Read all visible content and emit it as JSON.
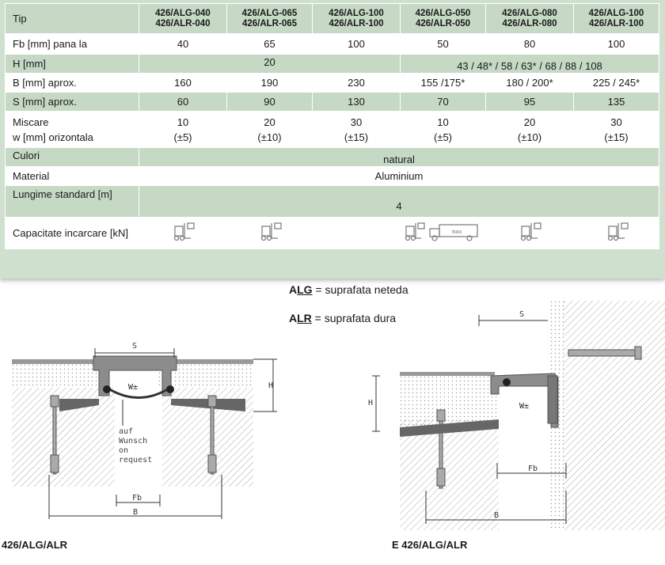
{
  "table": {
    "header_label": "Tip",
    "columns": [
      [
        "426/ALG-040",
        "426/ALR-040"
      ],
      [
        "426/ALG-065",
        "426/ALR-065"
      ],
      [
        "426/ALG-100",
        "426/ALR-100"
      ],
      [
        "426/ALG-050",
        "426/ALR-050"
      ],
      [
        "426/ALG-080",
        "426/ALR-080"
      ],
      [
        "426/ALG-100",
        "426/ALR-100"
      ]
    ],
    "rows": {
      "fb": {
        "label": "Fb [mm] pana la",
        "values": [
          "40",
          "65",
          "100",
          "50",
          "80",
          "100"
        ]
      },
      "h": {
        "label": "H [mm]",
        "value_a": "20",
        "value_b": "43 / 48* / 58 / 63* / 68 / 88 / 108"
      },
      "b": {
        "label": "B [mm] aprox.",
        "values": [
          "160",
          "190",
          "230",
          "155 /175*",
          "180 / 200*",
          "225 / 245*"
        ]
      },
      "s": {
        "label": "S [mm] aprox.",
        "values": [
          "60",
          "90",
          "130",
          "70",
          "95",
          "135"
        ]
      },
      "miscare": {
        "label_line1": "Miscare",
        "label_line2": "w [mm] orizontala",
        "values": [
          "10",
          "20",
          "30",
          "10",
          "20",
          "30"
        ],
        "tolerances": [
          "(±5)",
          "(±10)",
          "(±15)",
          "(±5)",
          "(±10)",
          "(±15)"
        ]
      },
      "culori": {
        "label": "Culori",
        "value": "natural"
      },
      "material": {
        "label": "Material",
        "value": "Aluminium"
      },
      "lungime": {
        "label": "Lungime standard [m]",
        "value": "4"
      },
      "capacitate": {
        "label": "Capacitate incarcare [kN]",
        "truck_label": "max"
      }
    }
  },
  "legend": {
    "alg_prefix": "A",
    "alg_underlined": "LG",
    "alg_text": " = suprafata neteda",
    "alr_prefix": "A",
    "alr_underlined": "LR",
    "alr_text": " =  suprafata dura"
  },
  "drawing_left": {
    "caption": "426/ALG/ALR",
    "label_s": "S",
    "label_h": "H",
    "label_w": "W±",
    "note_lines": [
      "auf",
      "Wunsch",
      "on",
      "request"
    ],
    "label_fb": "Fb",
    "label_b": "B"
  },
  "drawing_right": {
    "caption": "E 426/ALG/ALR",
    "label_s": "S",
    "label_h": "H",
    "label_w": "W±",
    "label_fb": "Fb",
    "label_b": "B"
  },
  "colors": {
    "table_green": "#c5d9c5",
    "panel_green": "#cfe0cf",
    "profile_grey": "#8c8c8c"
  }
}
